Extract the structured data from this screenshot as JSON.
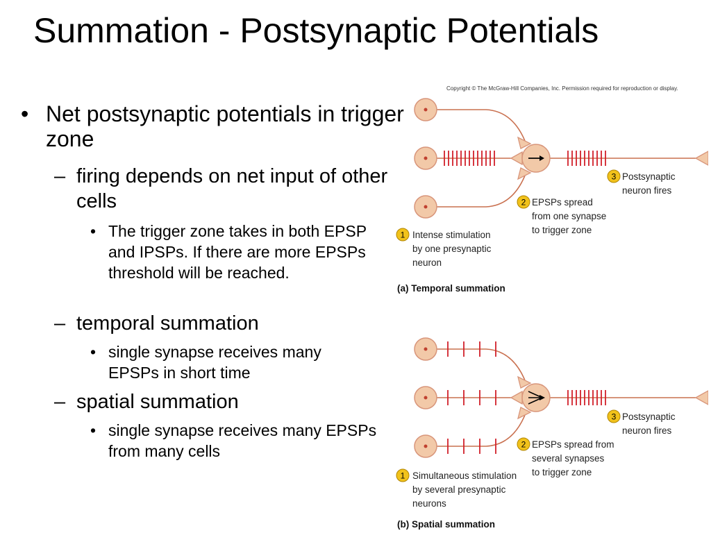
{
  "title": "Summation - Postsynaptic Potentials",
  "bullets": {
    "b1": "Net postsynaptic potentials in trigger zone",
    "b1_1": "firing depends on net input of other cells",
    "b1_1_1": "The trigger zone takes in both EPSP and IPSPs. If there are more EPSPs threshold will be reached.",
    "b1_2": "temporal summation",
    "b1_2_1": "single synapse receives many EPSPs in short time",
    "b1_3": "spatial summation",
    "b1_3_1": "single synapse receives many EPSPs from many cells"
  },
  "markers": {
    "level1": "•",
    "level2": "–",
    "level3": "•"
  },
  "figure": {
    "copyright": "Copyright © The McGraw-Hill Companies, Inc. Permission required for reproduction or display.",
    "colors": {
      "neuron_fill": "#f2c9a8",
      "neuron_stroke": "#d8957a",
      "axon": "#c9704f",
      "spike": "#d1202a",
      "badge": "#f1c21b",
      "nucleus": "#c0402f"
    },
    "panel_a": {
      "caption": "(a) Temporal summation",
      "step1": {
        "num": "1",
        "lines": [
          "Intense stimulation",
          "by one presynaptic",
          "neuron"
        ]
      },
      "step2": {
        "num": "2",
        "lines": [
          "EPSPs spread",
          "from one synapse",
          "to trigger zone"
        ]
      },
      "step3": {
        "num": "3",
        "lines": [
          "Postsynaptic",
          "neuron fires"
        ]
      }
    },
    "panel_b": {
      "caption": "(b) Spatial summation",
      "step1": {
        "num": "1",
        "lines": [
          "Simultaneous stimulation",
          "by several presynaptic",
          "neurons"
        ]
      },
      "step2": {
        "num": "2",
        "lines": [
          "EPSPs spread from",
          "several synapses",
          "to trigger zone"
        ]
      },
      "step3": {
        "num": "3",
        "lines": [
          "Postsynaptic",
          "neuron fires"
        ]
      }
    }
  }
}
